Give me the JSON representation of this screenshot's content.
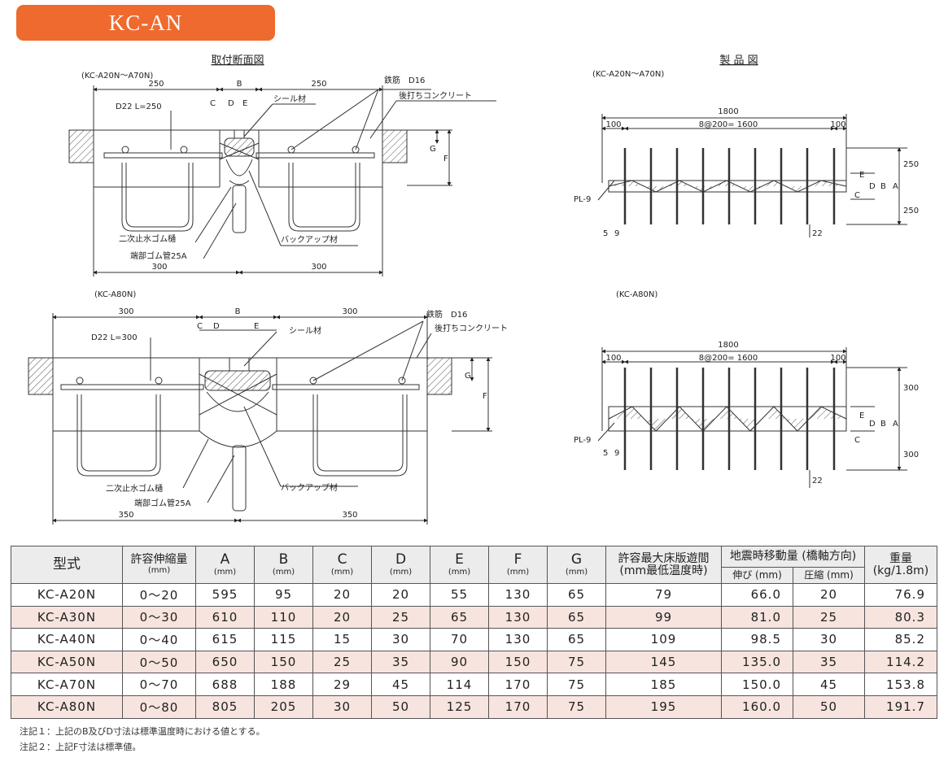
{
  "header": {
    "title": "KC-AN",
    "accent_color": "#ef6a2e"
  },
  "drawings": {
    "section_title": "取付断面図",
    "product_title": "製 品 図",
    "range_a20_a70": "(KC-A20N～A70N)",
    "range_a80": "(KC-A80N)",
    "labels": {
      "rebar": "鉄筋　D16",
      "post_concrete": "後打ちコンクリート",
      "seal": "シール材",
      "secondary_gutter": "二次止水ゴム樋",
      "end_rubber_pipe": "端部ゴム管25A",
      "backup": "バックアップ材",
      "anchor_d22_250": "D22 L=250",
      "anchor_d22_300": "D22 L=300",
      "plate": "PL-9"
    },
    "dims": {
      "d250": "250",
      "d300": "300",
      "d350": "350",
      "d1800": "1800",
      "d100": "100",
      "pitch": "8@200= 1600",
      "d5": "5",
      "d9": "9",
      "d22": "22"
    },
    "letters": {
      "A": "A",
      "B": "B",
      "C": "C",
      "D": "D",
      "E": "E",
      "F": "F",
      "G": "G"
    }
  },
  "table": {
    "headers": {
      "model": "型式",
      "allow_exp": "許容伸縮量",
      "A": "A",
      "B": "B",
      "C": "C",
      "D": "D",
      "E": "E",
      "F": "F",
      "G": "G",
      "unit_mm": "(mm)",
      "max_gap": "許容最大床版遊間",
      "max_gap_sub": "(mm最低温度時)",
      "seismic": "地震時移動量 (橋軸方向)",
      "stretch": "伸び (mm)",
      "compress": "圧縮 (mm)",
      "weight": "重量",
      "weight_unit": "(kg/1.8m)"
    },
    "rows": [
      {
        "model": "KC-A20N",
        "exp": "0～20",
        "A": "595",
        "B": "95",
        "C": "20",
        "D": "20",
        "E": "55",
        "F": "130",
        "G": "65",
        "gap": "79",
        "stretch": "66.0",
        "compress": "20",
        "weight": "76.9"
      },
      {
        "model": "KC-A30N",
        "exp": "0～30",
        "A": "610",
        "B": "110",
        "C": "20",
        "D": "25",
        "E": "65",
        "F": "130",
        "G": "65",
        "gap": "99",
        "stretch": "81.0",
        "compress": "25",
        "weight": "80.3"
      },
      {
        "model": "KC-A40N",
        "exp": "0～40",
        "A": "615",
        "B": "115",
        "C": "15",
        "D": "30",
        "E": "70",
        "F": "130",
        "G": "65",
        "gap": "109",
        "stretch": "98.5",
        "compress": "30",
        "weight": "85.2"
      },
      {
        "model": "KC-A50N",
        "exp": "0～50",
        "A": "650",
        "B": "150",
        "C": "25",
        "D": "35",
        "E": "90",
        "F": "150",
        "G": "75",
        "gap": "145",
        "stretch": "135.0",
        "compress": "35",
        "weight": "114.2"
      },
      {
        "model": "KC-A70N",
        "exp": "0～70",
        "A": "688",
        "B": "188",
        "C": "29",
        "D": "45",
        "E": "114",
        "F": "170",
        "G": "75",
        "gap": "185",
        "stretch": "150.0",
        "compress": "45",
        "weight": "153.8"
      },
      {
        "model": "KC-A80N",
        "exp": "0～80",
        "A": "805",
        "B": "205",
        "C": "30",
        "D": "50",
        "E": "125",
        "F": "170",
        "G": "75",
        "gap": "195",
        "stretch": "160.0",
        "compress": "50",
        "weight": "191.7"
      }
    ],
    "shaded_row_color": "#f7e4de"
  },
  "notes": {
    "note1": "注記１：上記のB及びD寸法は標準温度時における値とする。",
    "note2": "注記２：上記F寸法は標準値。"
  }
}
